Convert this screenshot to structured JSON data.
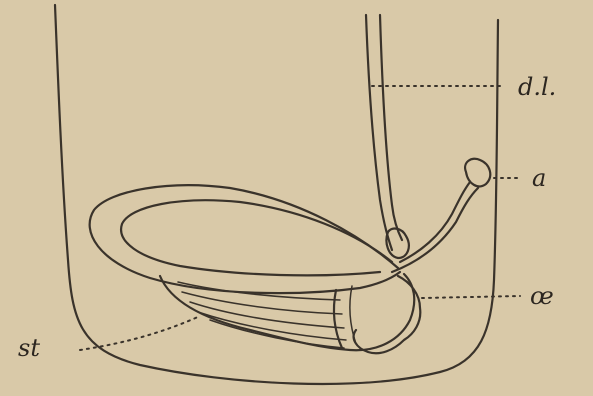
{
  "labels": {
    "dl": "d.l.",
    "a": "a",
    "oe": "œ",
    "st": "st"
  },
  "colors": {
    "paper": "#d9c9a8",
    "ink": "#3a332b"
  }
}
